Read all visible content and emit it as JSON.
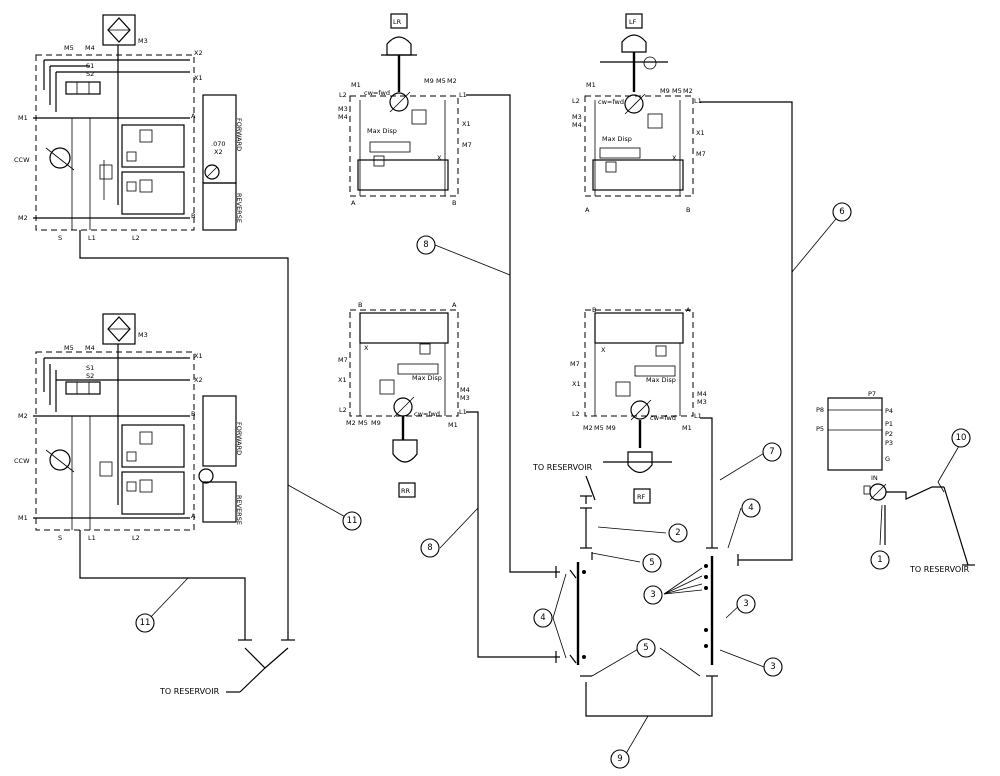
{
  "pumps": {
    "upper": {
      "ports": [
        "M5",
        "M4",
        "M3",
        "X2",
        "X1",
        "S1",
        "S2",
        "M1",
        "M2",
        "S",
        "L1",
        "L2",
        "A",
        "B"
      ],
      "rotation": "CCW",
      "orifice": [
        ".070",
        "X2"
      ],
      "forward": "FORWARD",
      "reverse": "REVERSE"
    },
    "lower": {
      "ports": [
        "M5",
        "M4",
        "M3",
        "X1",
        "X2",
        "S1",
        "S2",
        "M2",
        "M1",
        "S",
        "L1",
        "L2",
        "B",
        "A"
      ],
      "rotation": "CCW",
      "forward": "FORWARD",
      "reverse": "REVERSE"
    }
  },
  "motors": {
    "lr": {
      "tag": "LR",
      "ports": [
        "M1",
        "L2",
        "M3",
        "M4",
        "M9",
        "M5",
        "M2",
        "L1",
        "X1",
        "M7",
        "A",
        "B",
        "X"
      ],
      "cw": "cw=fwd",
      "disp": "Max Disp"
    },
    "lf": {
      "tag": "LF",
      "ports": [
        "M1",
        "L2",
        "M3",
        "M4",
        "M9",
        "M5",
        "M2",
        "L1",
        "X1",
        "M7",
        "A",
        "B",
        "X"
      ],
      "cw": "cw=fwd",
      "disp": "Max Disp"
    },
    "rr": {
      "tag": "RR",
      "ports": [
        "B",
        "A",
        "M7",
        "X1",
        "L2",
        "M2",
        "M5",
        "M9",
        "M4",
        "M3",
        "L1",
        "M1",
        "X"
      ],
      "cw": "cw=fwd",
      "disp": "Max Disp"
    },
    "rf": {
      "tag": "RF",
      "ports": [
        "B",
        "A",
        "M7",
        "X1",
        "L2",
        "M2",
        "M5",
        "M9",
        "M4",
        "M3",
        "L1",
        "M1",
        "X"
      ],
      "cw": "cw=fwd",
      "disp": "Max Disp"
    }
  },
  "charge_pump": {
    "ports": [
      "P7",
      "P8",
      "P4",
      "P5",
      "P1",
      "P2",
      "P3",
      "G",
      "IN"
    ]
  },
  "labels": {
    "to_reservoir": "TO RESERVOIR"
  },
  "callouts": [
    "1",
    "2",
    "3",
    "4",
    "5",
    "6",
    "7",
    "8",
    "9",
    "10",
    "11"
  ]
}
